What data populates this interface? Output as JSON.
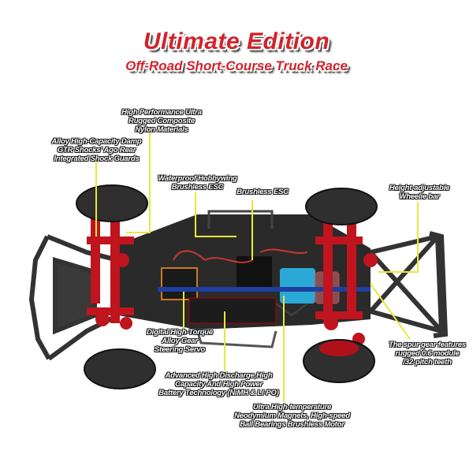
{
  "header": {
    "title": "Ultimate Edition",
    "subtitle": "Off-Road Short-Course Truck Race"
  },
  "callouts": {
    "shocks": [
      "Alloy High-Capacity Damp",
      "GTR Shocks' Ago Rear",
      "Integrated Shock Guards"
    ],
    "nylon": [
      "High Performance Ultra",
      "Rugged Composite",
      "Nylon Materials"
    ],
    "hobbywing": [
      "Waterproof Hobbywing",
      "Brushless ESC"
    ],
    "esc": [
      "Brushless ESC"
    ],
    "wheelie": [
      "Height-adjustable",
      "Wheelie bar"
    ],
    "servo": [
      "Digital High-Torque",
      "Alloy Gear",
      "Steering Servo"
    ],
    "battery": [
      "Advanced High Discharge,High",
      "Capacity And High Power",
      "Battery Technology (NiMH & LI-PO)"
    ],
    "motor": [
      "Ultra High-temperature",
      "Neodymium Magnets, High-speed",
      "Ball Bearings Brushless Motor"
    ],
    "spur": [
      "The spur gear features",
      "rugged 0.6 module",
      "/32-pitch teeth"
    ]
  },
  "colors": {
    "title_red": "#d2232a",
    "leader_yellow": "#e8e83a",
    "chassis": "#2a2a2a",
    "suspension_red": "#c0141e",
    "motor_blue": "#2aa9d6"
  }
}
